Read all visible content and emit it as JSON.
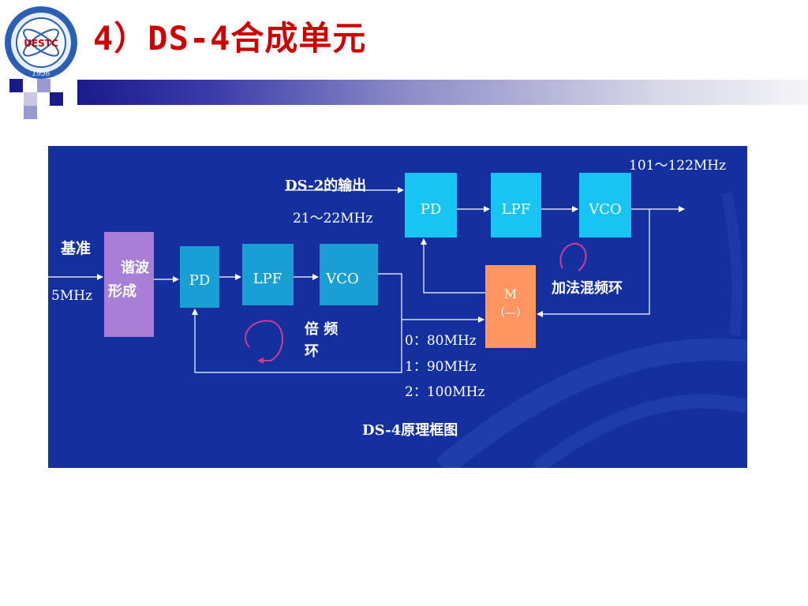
{
  "slide": {
    "title": "4）DS-4合成单元",
    "logo": {
      "text": "UESTC",
      "year": "1956"
    }
  },
  "diagram": {
    "caption": "DS-4原理框图",
    "blocks": {
      "harmonic": [
        "谐波",
        "形成"
      ],
      "pd1": "PD",
      "lpf1": "LPF",
      "vco1": "VCO",
      "pd2": "PD",
      "lpf2": "LPF",
      "vco2": "VCO",
      "mixer": [
        "M",
        "（—）"
      ]
    },
    "labels": {
      "ref_name": "基准",
      "ref_freq": "5MHz",
      "ds2_out": "DS-2的输出",
      "ds2_freq": "21～22MHz",
      "out_freq": "101～122MHz",
      "mult_loop": [
        "倍  频",
        "环"
      ],
      "mix_loop": "加法混频环",
      "options": [
        "0：80MHz",
        "1：90MHz",
        "2：100MHz"
      ]
    },
    "colors": {
      "background": "#14309e",
      "pll_block": "#1a9fd4",
      "top_block": "#17c4f2",
      "harmonic_block": "#a77fd6",
      "mixer_block": "#ff9661",
      "line": "#ffffff",
      "annotation": "#cc3d96"
    }
  }
}
